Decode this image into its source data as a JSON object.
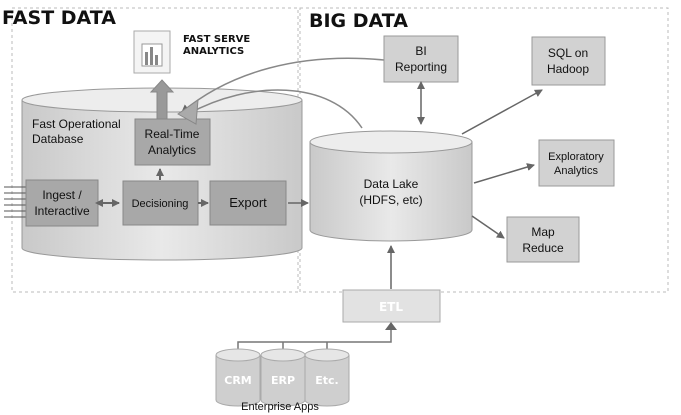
{
  "headings": {
    "fast_data": "FAST DATA",
    "big_data": "BIG DATA",
    "fast_serve": [
      "FAST SERVE",
      "ANALYTICS"
    ]
  },
  "fast_side": {
    "database_label": [
      "Fast Operational",
      "Database"
    ],
    "realtime": [
      "Real-Time",
      "Analytics"
    ],
    "ingest": [
      "Ingest /",
      "Interactive"
    ],
    "decisioning": "Decisioning",
    "export": "Export"
  },
  "big_side": {
    "bi": [
      "BI",
      "Reporting"
    ],
    "sql": [
      "SQL on",
      "Hadoop"
    ],
    "data_lake": [
      "Data Lake",
      "(HDFS, etc)"
    ],
    "exploratory": [
      "Exploratory",
      "Analytics"
    ],
    "map_reduce": [
      "Map",
      "Reduce"
    ],
    "etl": "ETL"
  },
  "enterprise": {
    "apps": [
      "CRM",
      "ERP",
      "Etc."
    ],
    "caption": "Enterprise Apps"
  },
  "icons": {
    "chart": "bar-chart-icon"
  }
}
